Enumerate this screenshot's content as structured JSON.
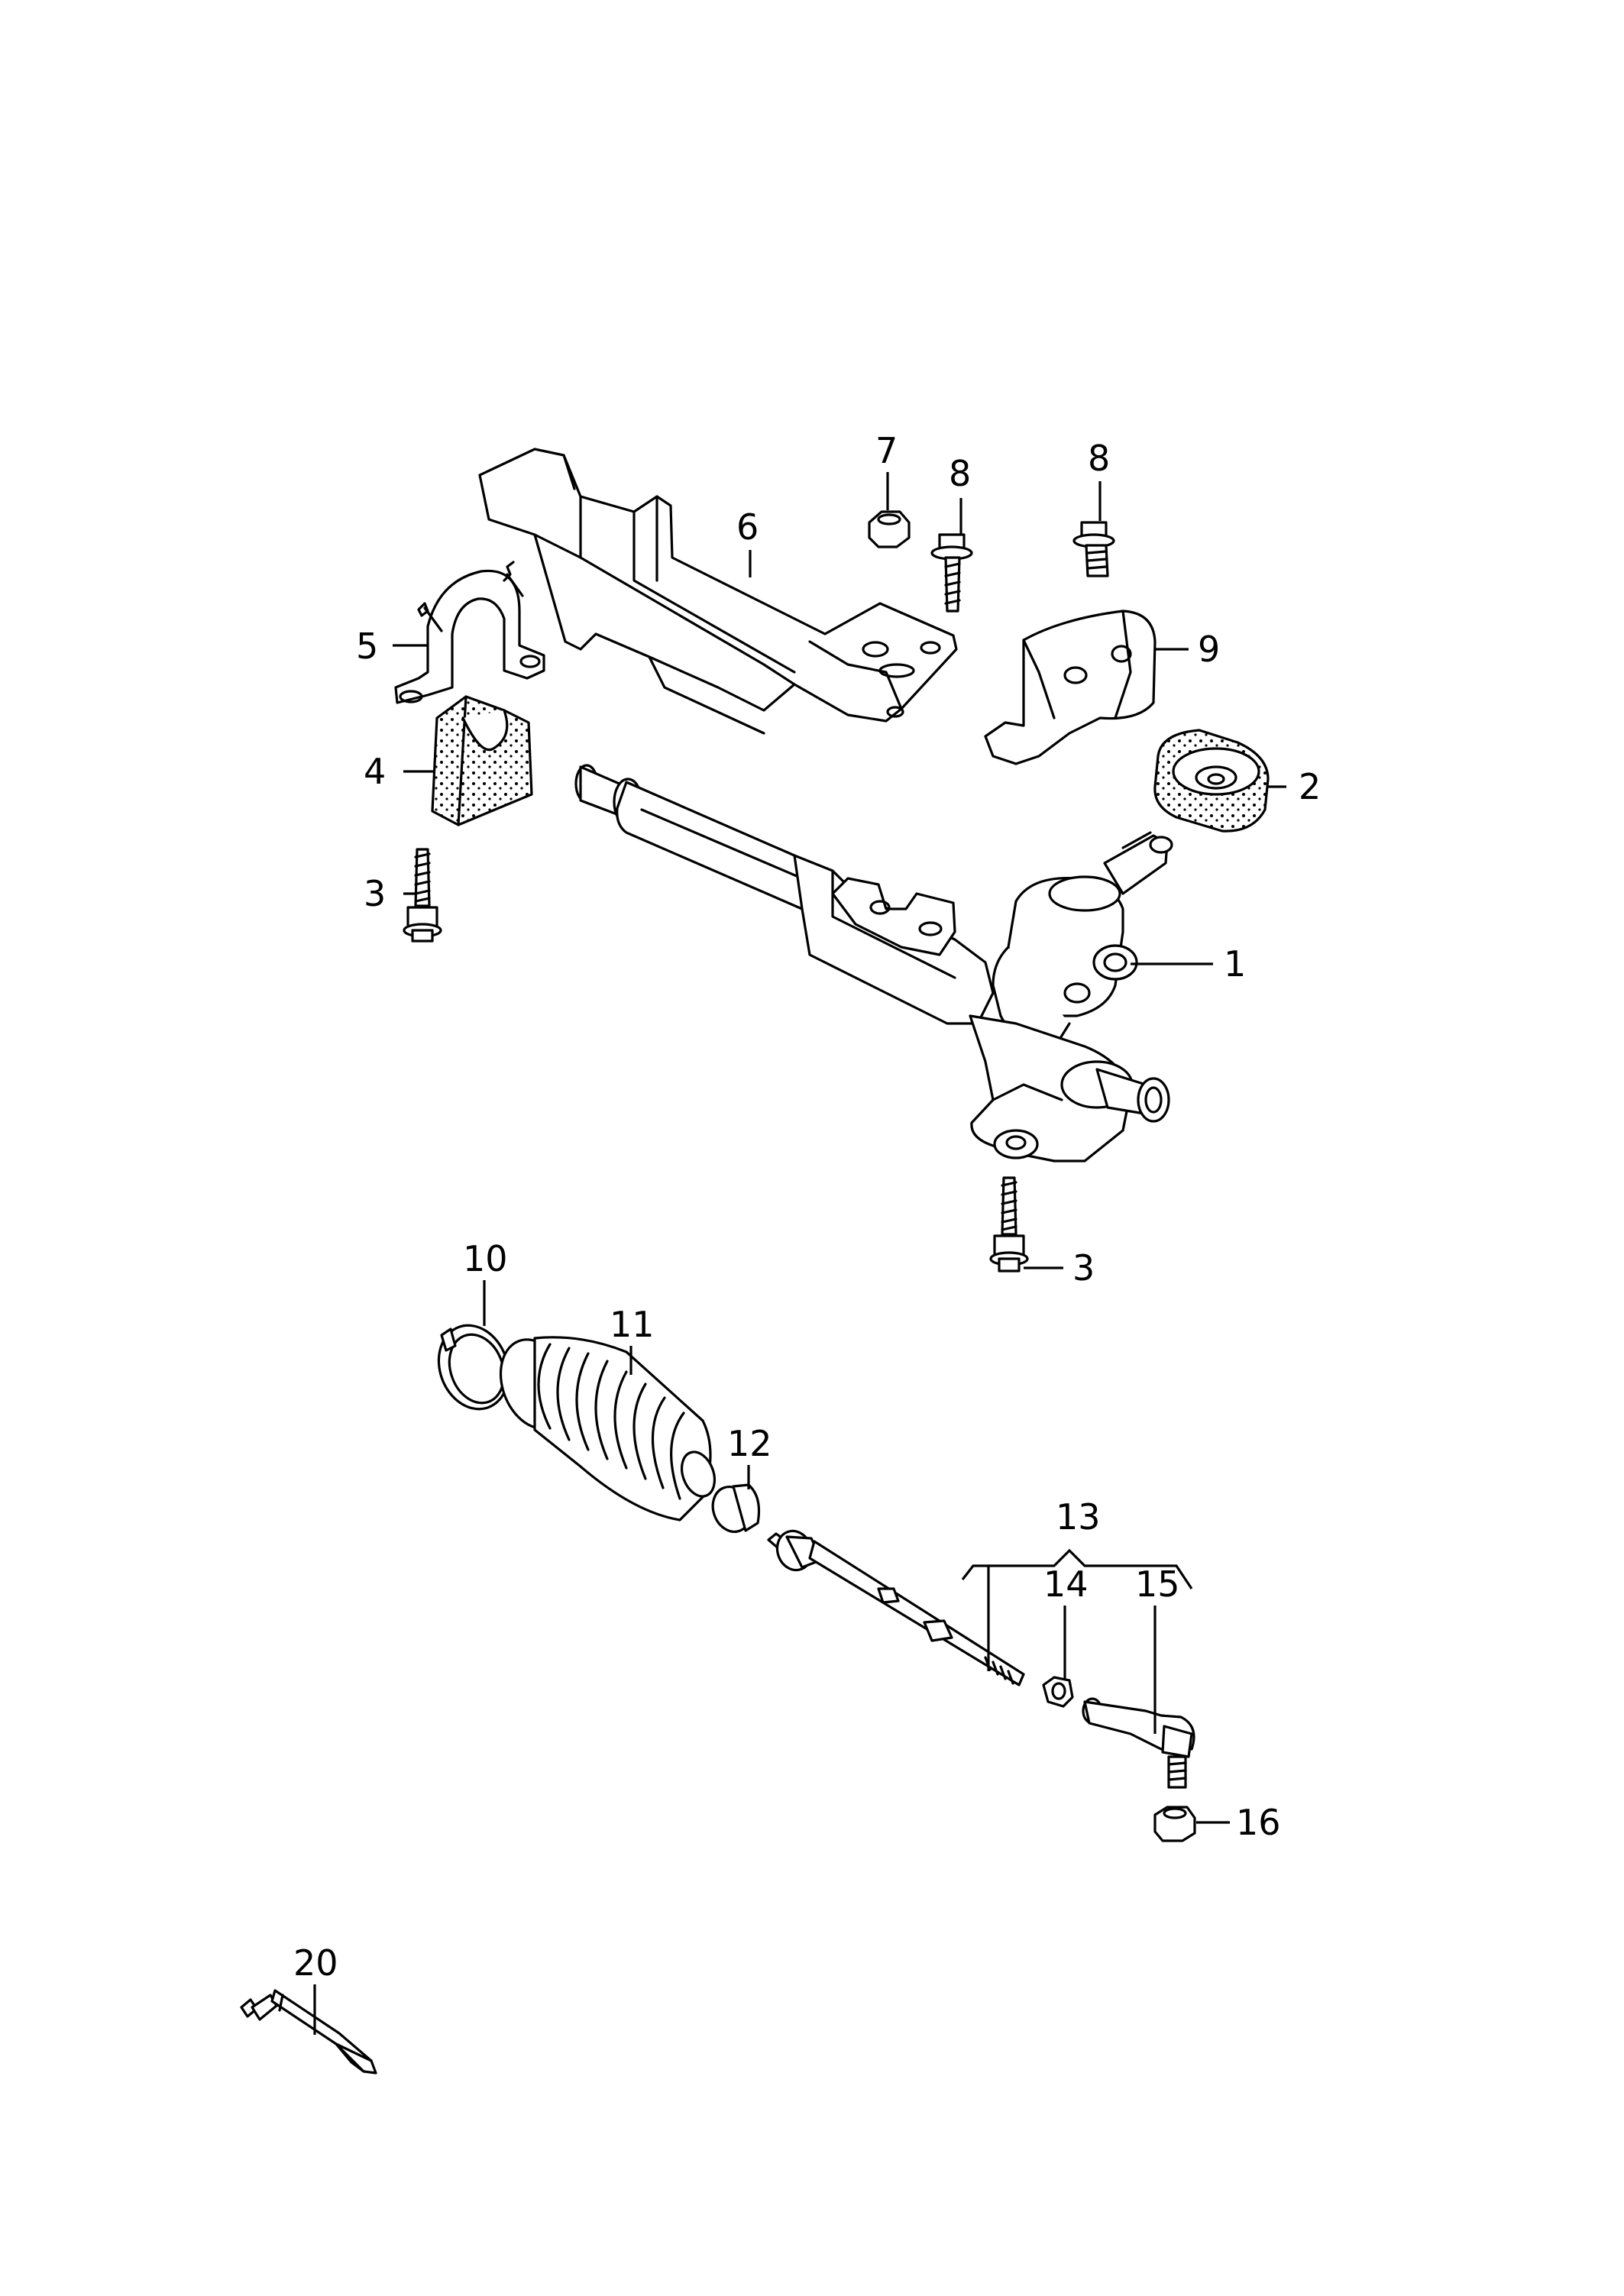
{
  "callouts": {
    "c1": "1",
    "c2": "2",
    "c3a": "3",
    "c3b": "3",
    "c4": "4",
    "c5": "5",
    "c6": "6",
    "c7": "7",
    "c8a": "8",
    "c8b": "8",
    "c9": "9",
    "c10": "10",
    "c11": "11",
    "c12": "12",
    "c13": "13",
    "c14": "14",
    "c15": "15",
    "c16": "16",
    "c20": "20"
  },
  "colors": {
    "line": "#000000",
    "background": "#ffffff"
  }
}
